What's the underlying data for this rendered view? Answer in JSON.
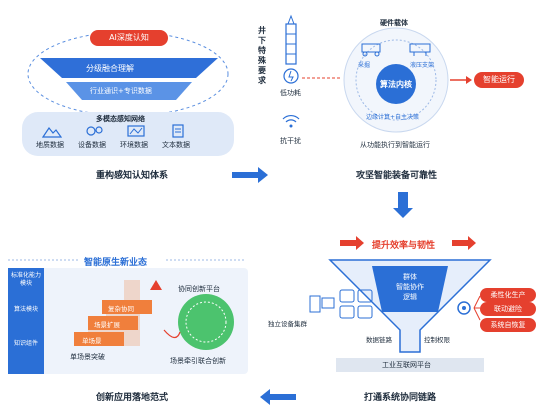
{
  "panel1": {
    "top_label": "AI深度认知",
    "layer1": "分级融合理解",
    "layer2": "行业通识+专识数据",
    "network_title": "多模态感知网络",
    "data_items": [
      {
        "label": "地质数据",
        "icon": "mountain-icon"
      },
      {
        "label": "设备数据",
        "icon": "gears-icon"
      },
      {
        "label": "环境数据",
        "icon": "environment-icon"
      },
      {
        "label": "文本数据",
        "icon": "document-icon"
      }
    ],
    "caption": "重构感知认知体系"
  },
  "panel2": {
    "vertical_text": [
      "井",
      "下",
      "特",
      "殊",
      "要",
      "求"
    ],
    "req_items": [
      {
        "label": "低功耗",
        "icon": "low-power-icon"
      },
      {
        "label": "抗干扰",
        "icon": "signal-icon"
      }
    ],
    "hardware_label": "硬件载体",
    "machines": [
      "采掘",
      "液压支架"
    ],
    "core_label": "算法内核",
    "edge_label": "边缘计算+自主决策",
    "output_label": "智能运行",
    "sub_caption": "从功能执行到智能运行",
    "caption": "攻坚智能装备可靠性"
  },
  "panel3": {
    "banner": "提升效率与韧性",
    "left_label": "独立设备集群",
    "swarm_label": [
      "群体",
      "智能协作",
      "逻辑"
    ],
    "data_link": "数据链路",
    "control_link": "控制权限",
    "platform": "工业互联网平台",
    "outputs": [
      "柔性化生产",
      "联动避险",
      "系统自恢复"
    ],
    "caption": "打通系统协同链路"
  },
  "panel4": {
    "title": "智能原生新业态",
    "side_items": [
      "标准化能力模块",
      "算法模块",
      "知识组件"
    ],
    "steps": [
      "复杂协同",
      "场景扩展",
      "单场景"
    ],
    "step_caption": "单场景突破",
    "platform_label": "协同创新平台",
    "platform_caption": "场景牵引联合创新",
    "caption": "创新应用落地范式"
  },
  "colors": {
    "primary_blue": "#2b6fd6",
    "red": "#e5402e",
    "orange": "#f07f3c",
    "green": "#4cc36e",
    "panel_bg": "#eef3fb"
  }
}
